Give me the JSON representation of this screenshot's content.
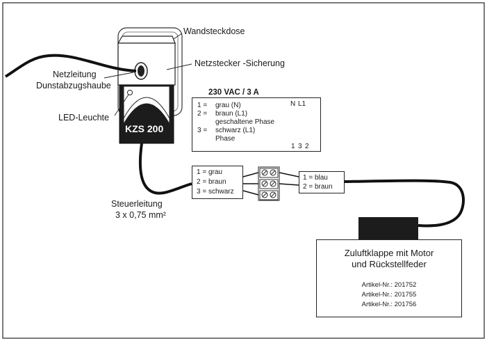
{
  "labels": {
    "wall_socket": "Wandsteckdose",
    "plug_fuse": "Netzstecker -Sicherung",
    "mains_line_1": "Netzleitung",
    "mains_line_2": "Dunstabzugshaube",
    "led": "LED-Leuchte",
    "device": "KZS 200",
    "control_line_1": "Steuerleitung",
    "control_line_2": "3 x 0,75 mm²"
  },
  "spec": {
    "title": "230 VAC / 3 A",
    "rows": [
      {
        "num": "1 =",
        "text": "grau (N)"
      },
      {
        "num": "2 =",
        "text": "braun (L1)"
      },
      {
        "num": "",
        "text": "geschaltene Phase"
      },
      {
        "num": "3 =",
        "text": "schwarz (L1)"
      },
      {
        "num": "",
        "text": "Phase"
      }
    ],
    "symbol_top": [
      "N",
      "L1"
    ],
    "symbol_bottom": [
      "1",
      "3",
      "2"
    ]
  },
  "cable_left": [
    "1 = grau",
    "2 = braun",
    "3 = schwarz"
  ],
  "cable_right": [
    "1 = blau",
    "2 = braun"
  ],
  "damper": {
    "title_1": "Zuluftklappe mit Motor",
    "title_2": "und Rückstellfeder",
    "articles": [
      "Artikel-Nr.: 201752",
      "Artikel-Nr.: 201755",
      "Artikel-Nr.: 201756"
    ]
  },
  "colors": {
    "line": "#1a1a1a",
    "background": "#ffffff",
    "device_dark": "#1c1c1c"
  }
}
